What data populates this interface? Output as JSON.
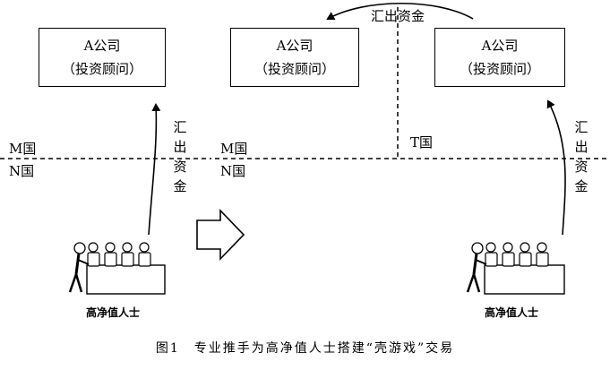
{
  "left": {
    "company": {
      "name": "A公司",
      "role": "（投资顾问）"
    },
    "flow_label": "汇出资金",
    "group_label": "高净值人士"
  },
  "middle": {
    "company": {
      "name": "A公司",
      "role": "（投资顾问）"
    }
  },
  "right": {
    "company": {
      "name": "A公司",
      "role": "（投资顾问）"
    },
    "flow_label": "汇出资金",
    "group_label": "高净值人士"
  },
  "top_flow_label": "汇出资金",
  "countries": {
    "m_left": "M国",
    "n_left": "N国",
    "m_mid": "M国",
    "n_mid": "N国",
    "t": "T国"
  },
  "caption": "图1　专业推手为高净值人士搭建“壳游戏”交易",
  "colors": {
    "line": "#000000",
    "background": "#ffffff"
  },
  "icons": {
    "transition": "hollow-right-arrow-icon",
    "people": "people-at-table-icon"
  }
}
